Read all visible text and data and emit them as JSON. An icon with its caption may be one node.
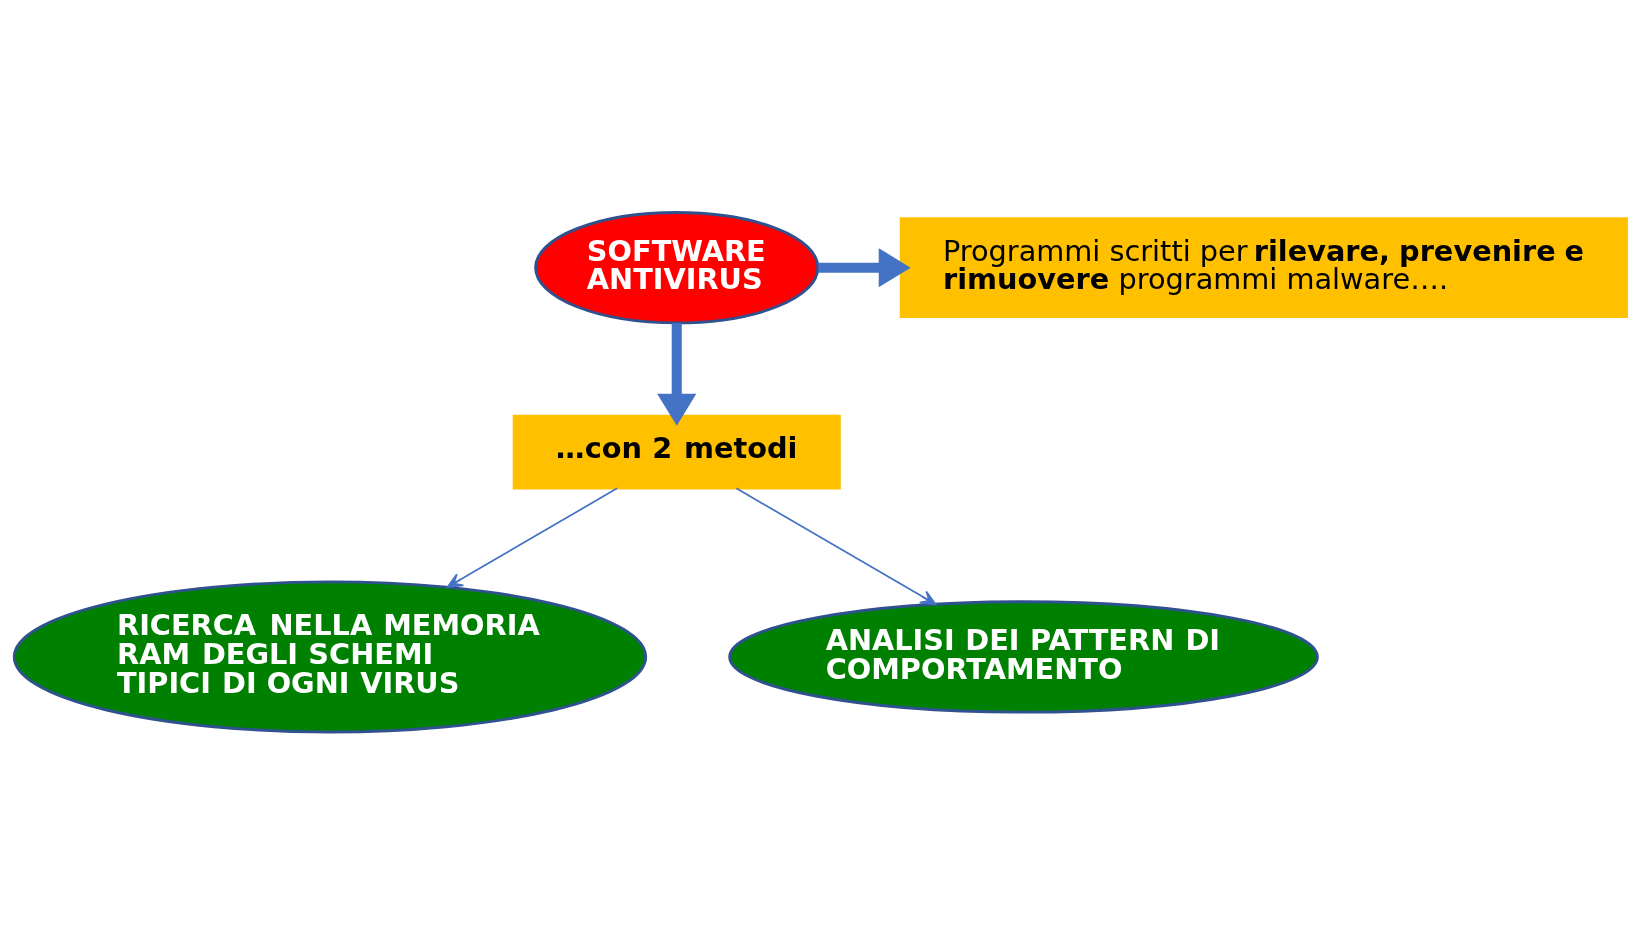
{
  "diagram": {
    "nodes": [
      {
        "text": [
          "SOFTWARE ANTIVIRUS"
        ]
      },
      {
        "text": [
          "Programmi scritti per **rilevare, prevenire e rimuovere** programmi malware…."
        ]
      },
      {
        "text": [
          "…con 2 metodi"
        ]
      },
      {
        "text": [
          "RICERCA NELLA MEMORIA RAM DEGLI SCHEMI TIPICI DI OGNI VIRUS"
        ]
      },
      {
        "text": [
          "ANALISI DEI PATTERN DI COMPORTAMENTO"
        ]
      }
    ],
    "edges": [
      {
        "from": 0,
        "to": 1,
        "arrow": "to",
        "style": "thick"
      },
      {
        "from": 0,
        "to": 2,
        "arrow": "to",
        "style": "thick"
      },
      {
        "from": 2,
        "to": 3,
        "arrow": "to"
      },
      {
        "from": 2,
        "to": 4,
        "arrow": "to"
      }
    ]
  }
}
